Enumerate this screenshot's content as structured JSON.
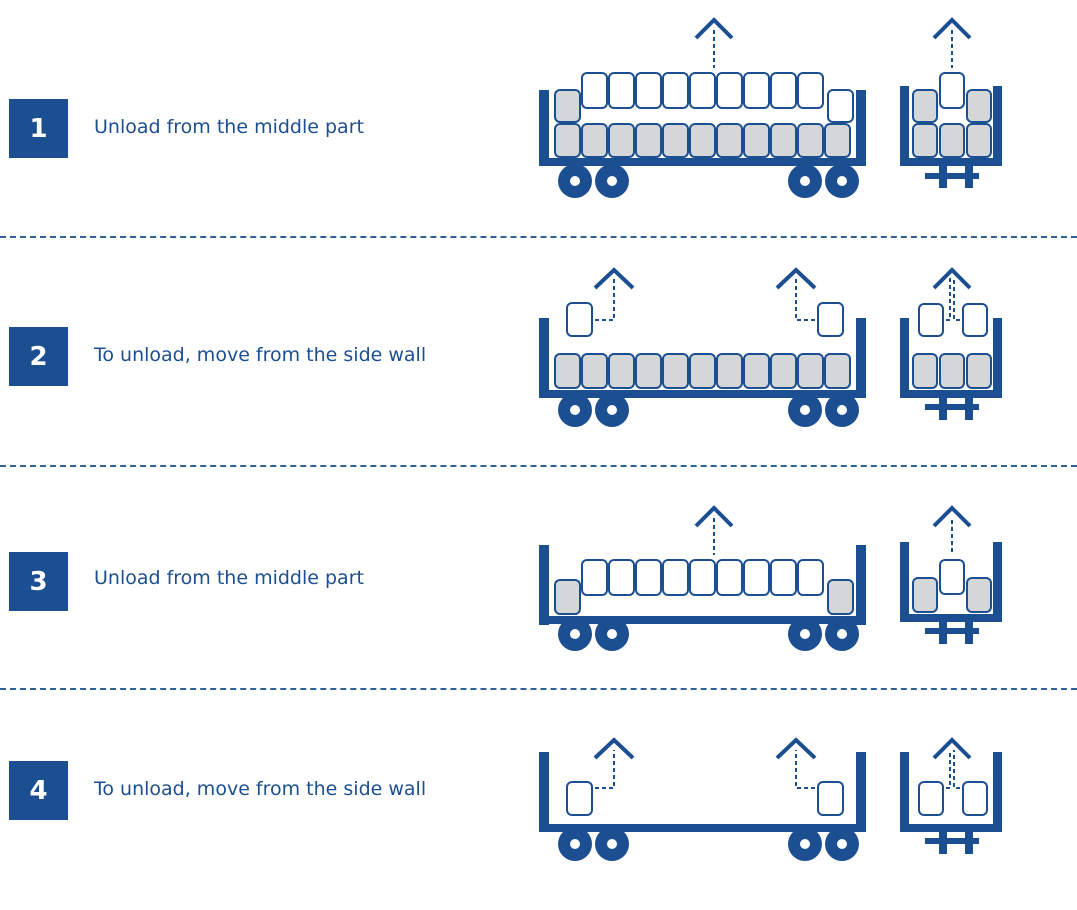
{
  "steps": [
    {
      "number": "1",
      "label": "Unload from the middle part"
    },
    {
      "number": "2",
      "label": "To unload, move from the side wall"
    },
    {
      "number": "3",
      "label": "Unload from the middle part"
    },
    {
      "number": "4",
      "label": "To unload, move from the side wall"
    }
  ],
  "colors": {
    "frame": "#1c4f91",
    "cargo": "#d4d6d8",
    "text": "#1c4f91"
  }
}
